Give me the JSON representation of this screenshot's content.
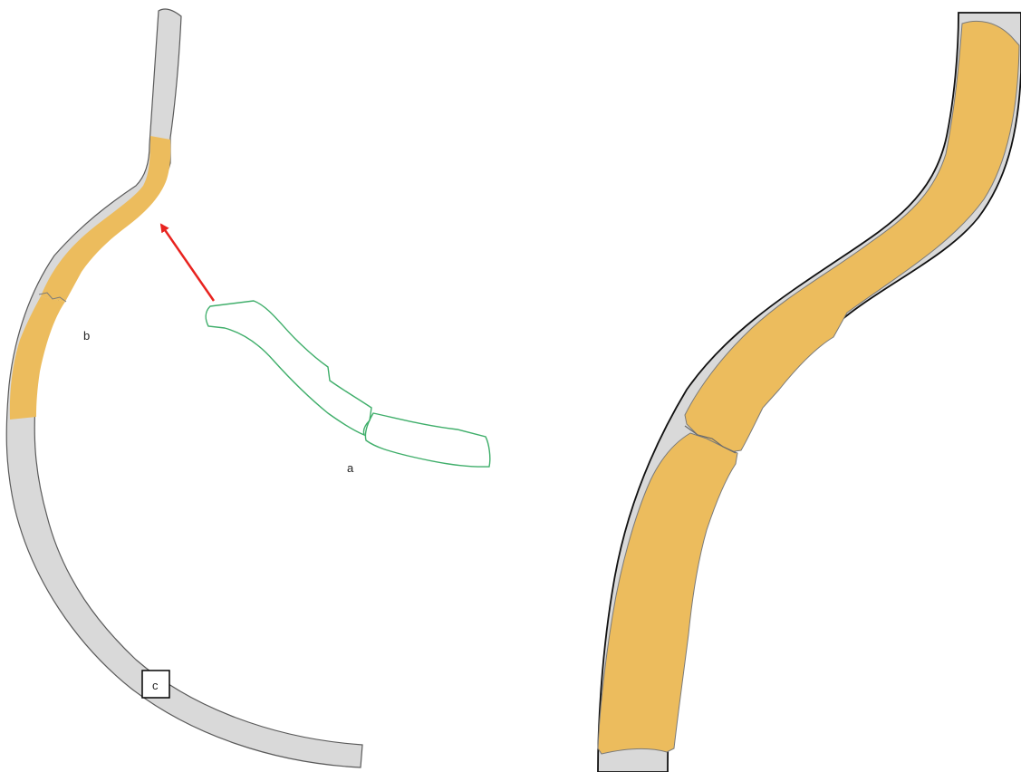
{
  "labels": {
    "a": "a",
    "b": "b",
    "c": "c"
  },
  "colors": {
    "wall": "#d9d9d9",
    "wall_outline": "#5a5a5a",
    "highlight": "#ecbc5d",
    "outline_shape": "#3fae6a",
    "arrow": "#e8231f"
  }
}
